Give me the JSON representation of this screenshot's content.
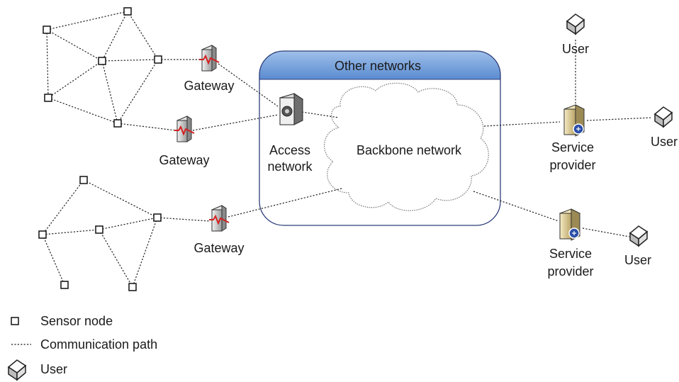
{
  "diagram": {
    "other_networks": "Other networks",
    "backbone": "Backbone network",
    "access_line1": "Access",
    "access_line2": "network",
    "gateway_1": "Gateway",
    "gateway_2": "Gateway",
    "gateway_3": "Gateway",
    "sp1_line1": "Service",
    "sp1_line2": "provider",
    "sp2_line1": "Service",
    "sp2_line2": "provider",
    "user_top": "User",
    "user_right": "User",
    "user_bottom": "User"
  },
  "legend": {
    "sensor": "Sensor node",
    "path": "Communication path",
    "user": "User"
  },
  "colors": {
    "header_blue": "#6d9bd6",
    "box_border": "#2c3e78",
    "gateway_red": "#d42020"
  }
}
